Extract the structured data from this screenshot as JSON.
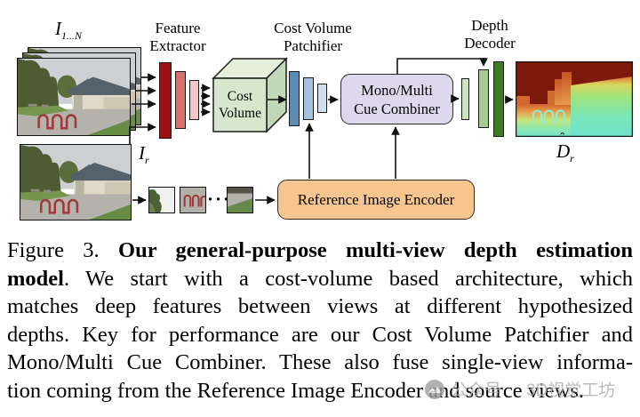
{
  "figure": {
    "labels": {
      "input_stack": {
        "main": "I",
        "sub": "1...N"
      },
      "reference_image": {
        "main": "I",
        "sub": "r"
      },
      "output_depth": {
        "main": "D",
        "hat": "ˆ",
        "sub": "r"
      },
      "feature_extractor": [
        "Feature",
        "Extractor"
      ],
      "cost_volume_patchifier": [
        "Cost Volume",
        "Patchifier"
      ],
      "depth_decoder": [
        "Depth",
        "Decoder"
      ],
      "cost_volume_cube": [
        "Cost",
        "Volume"
      ],
      "cue_combiner": [
        "Mono/Multi",
        "Cue Combiner"
      ],
      "reference_encoder": "Reference Image Encoder",
      "patch_dots": "···"
    },
    "colors": {
      "feature_bars": [
        "#9c1013",
        "#d5716d",
        "#eec7c8"
      ],
      "patchifier_bars": [
        "#5e8ab6",
        "#a2c2de",
        "#cfdfee"
      ],
      "decoder_bars": [
        "#cde4c0",
        "#a5cd93",
        "#3e7b27"
      ],
      "cost_volume_front": "#d6e7cd",
      "cost_volume_top": "#e4efdc",
      "cost_volume_side": "#c2d6b8",
      "combiner_fill": "#ded8ed",
      "encoder_fill": "#f7c690",
      "depth_far": "#7d190d",
      "depth_near": "#70e2cd"
    }
  },
  "caption": {
    "line1_regular": "Figure 3. ",
    "line1_bold": "Our general-purpose multi-view depth estimation",
    "line2_bold": "model",
    "line2_regular": ". We start with a cost-volume based architecture, which",
    "line3": "matches deep features between views at different hypothesized",
    "line4": "depths. Key for performance are our Cost Volume Patchifier and",
    "line5": "Mono/Multi Cue Combiner. These also fuse single-view informa-",
    "line6": "tion coming from the Reference Image Encoder and source views."
  },
  "watermark": {
    "icon": "mountain-logo-icon",
    "text1": "公众号",
    "text2": "3D视觉工坊"
  }
}
